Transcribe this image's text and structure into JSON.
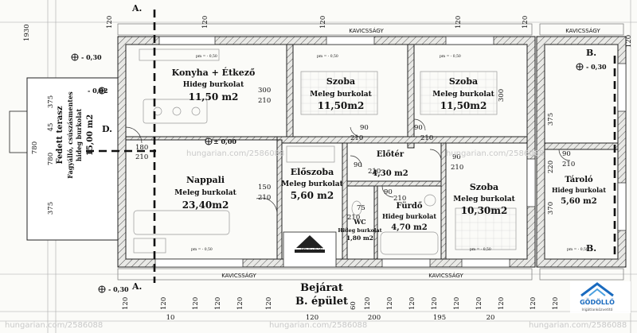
{
  "gravel_label": "KAVICSSÁGY",
  "rooms": {
    "kitchen": {
      "name": "Konyha + Étkező",
      "floor": "Hideg burkolat",
      "area": "11,50 m2"
    },
    "room1": {
      "name": "Szoba",
      "floor": "Meleg burkolat",
      "area": "11,50m2"
    },
    "room2": {
      "name": "Szoba",
      "floor": "Meleg burkolat",
      "area": "11,50m2"
    },
    "living": {
      "name": "Nappali",
      "floor": "Meleg burkolat",
      "area": "23,40m2"
    },
    "hall": {
      "name": "Előszoba",
      "floor": "Meleg burkolat",
      "area": "5,60 m2"
    },
    "lobby": {
      "name": "Előtér",
      "area": "4,30 m2"
    },
    "bath": {
      "name": "Fürdő",
      "floor": "Hideg burkolat",
      "area": "4,70 m2"
    },
    "wc": {
      "name": "WC",
      "floor": "Hideg burkolat",
      "area": "1,80 m2"
    },
    "room3": {
      "name": "Szoba",
      "floor": "Meleg burkolat",
      "area": "10,30m2"
    },
    "storage": {
      "name": "Tároló",
      "floor": "Hideg burkolat",
      "area": "5,60 m2"
    }
  },
  "terrace": {
    "name": "Fedett terasz",
    "line2": "Fagyálló, csúszásmentes",
    "line3": "hideg burkolat",
    "area": "15,00 m2"
  },
  "entrance": {
    "line1": "Bejárat",
    "line2": "B. épület"
  },
  "levels": {
    "ext_left": "- 0,30",
    "ext_right": "- 0,30",
    "ext_bottom": "- 0,30",
    "terrace": "- 0,02",
    "floor": "± 0,00",
    "tag": "pm = - 0,50"
  },
  "section_marks": {
    "a_top": "A.",
    "a_bottom": "A.",
    "b_right_top": "B.",
    "b_right_bottom": "B.",
    "d_left": "D."
  },
  "door_dims": [
    "300",
    "210",
    "90",
    "210",
    "90",
    "210",
    "90",
    "210",
    "90",
    "210",
    "180",
    "210",
    "150",
    "210",
    "75",
    "210",
    "90",
    "210",
    "90",
    "210"
  ],
  "dims_top": [
    "1930",
    "120",
    "120",
    "120",
    "120",
    "120"
  ],
  "dims_bottom": [
    "120",
    "120",
    "120",
    "120",
    "120",
    "120",
    "60",
    "120",
    "120",
    "120",
    "120",
    "120",
    "120",
    "120",
    "120",
    "120",
    "120"
  ],
  "dims_row2": [
    "10",
    "120",
    "200",
    "195",
    "20"
  ],
  "dims_left": [
    "375",
    "45",
    "780",
    "375",
    "780"
  ],
  "dims_right": [
    "120",
    "300",
    "375",
    "220",
    "370"
  ],
  "watermarks": [
    "hungarian.com/2586088",
    "hungarian.com/2586088",
    "hungarian.com/2586088",
    "hungarian.com/2586088",
    "hungarian.com/2586088"
  ],
  "logo": {
    "name": "GÖDÖLLŐ",
    "sub": "Ingatlanközvetítő"
  }
}
